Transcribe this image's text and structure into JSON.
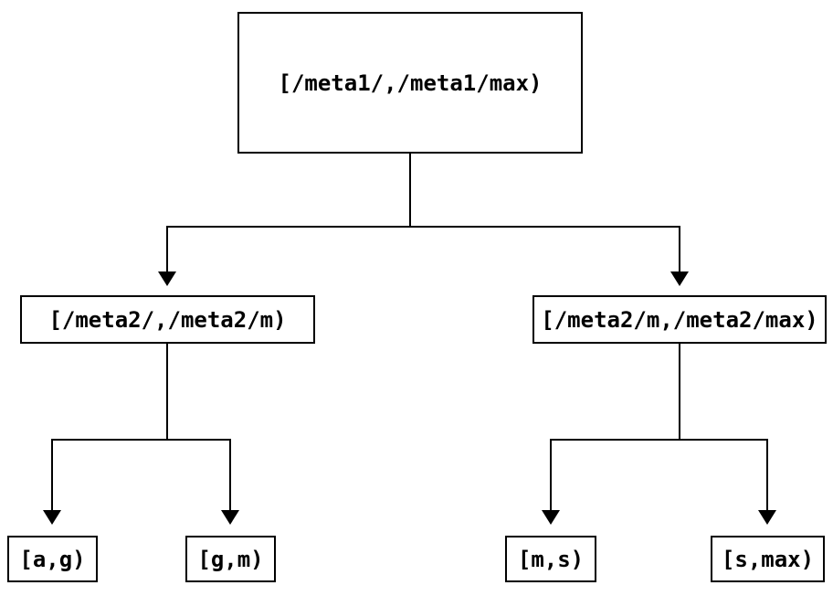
{
  "diagram": {
    "type": "tree",
    "description": "Range partition tree of key intervals",
    "colors": {
      "background": "#ffffff",
      "line": "#000000",
      "text": "#000000",
      "node_fill": "#ffffff",
      "node_border": "#000000"
    },
    "nodes": {
      "root": {
        "label": "[/meta1/,/meta1/max)"
      },
      "left_mid": {
        "label": "[/meta2/,/meta2/m)"
      },
      "right_mid": {
        "label": "[/meta2/m,/meta2/max)"
      },
      "leaf_ag": {
        "label": "[a,g)"
      },
      "leaf_gm": {
        "label": "[g,m)"
      },
      "leaf_ms": {
        "label": "[m,s)"
      },
      "leaf_smax": {
        "label": "[s,max)"
      }
    },
    "edges": [
      {
        "from": "root",
        "to": "left_mid"
      },
      {
        "from": "root",
        "to": "right_mid"
      },
      {
        "from": "left_mid",
        "to": "leaf_ag"
      },
      {
        "from": "left_mid",
        "to": "leaf_gm"
      },
      {
        "from": "right_mid",
        "to": "leaf_ms"
      },
      {
        "from": "right_mid",
        "to": "leaf_smax"
      }
    ]
  }
}
